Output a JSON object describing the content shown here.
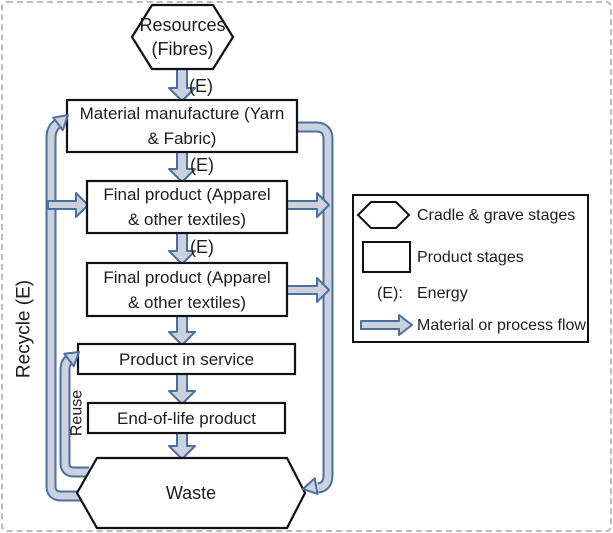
{
  "diagram": {
    "nodes": {
      "resources": [
        "Resources",
        "(Fibres)"
      ],
      "material": [
        "Material manufacture (Yarn",
        "& Fabric)"
      ],
      "final_product": [
        "Final product (Apparel",
        "& other textiles)"
      ],
      "product_in_service": "Product in service",
      "end_of_life": "End-of-life product",
      "waste": "Waste"
    },
    "labels": {
      "energy": "(E)",
      "recycle": "Recycle (E)",
      "reuse": "Reuse"
    }
  },
  "legend": {
    "energy_symbol": "(E):",
    "items": [
      {
        "icon": "hexagon-icon",
        "label": "Cradle & grave stages"
      },
      {
        "icon": "rectangle-icon",
        "label": "Product stages"
      },
      {
        "icon": "energy-symbol",
        "label": "Energy"
      },
      {
        "icon": "flow-arrow-icon",
        "label": "Material or process flow"
      }
    ]
  },
  "colors": {
    "arrow_fill": "#c9d2de",
    "arrow_stroke": "#4d6f9e",
    "node_stroke": "#111111",
    "text_color": "#1c1c1c",
    "selection_dash": "#bcbcbc"
  }
}
